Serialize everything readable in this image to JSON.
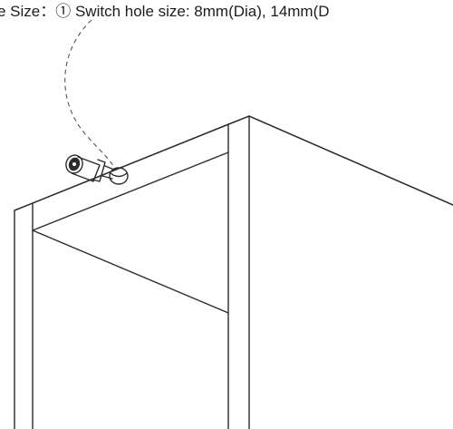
{
  "caption": {
    "prefix": "e Size：",
    "marker": "①",
    "text": " Switch hole size: 8mm(Dia), 14mm(D"
  },
  "colors": {
    "line": "#2b2b2b",
    "dash": "#555555",
    "text": "#1c1c1c",
    "background": "#ffffff"
  },
  "icons": {
    "switch": "touch-switch-icon"
  }
}
